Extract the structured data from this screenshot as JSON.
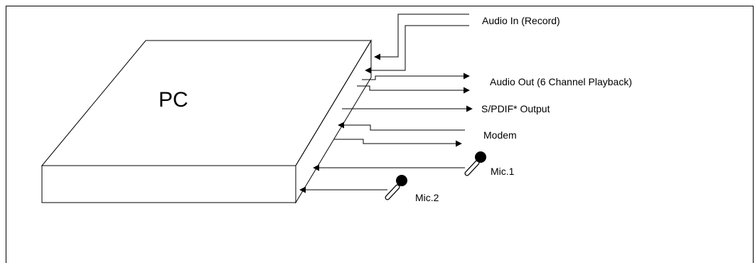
{
  "pc": {
    "label": "PC"
  },
  "connections": {
    "audio_in": "Audio In (Record)",
    "audio_out": "Audio Out (6 Channel Playback)",
    "spdif": "S/PDIF* Output",
    "modem": "Modem",
    "mic1": "Mic.1",
    "mic2": "Mic.2"
  }
}
